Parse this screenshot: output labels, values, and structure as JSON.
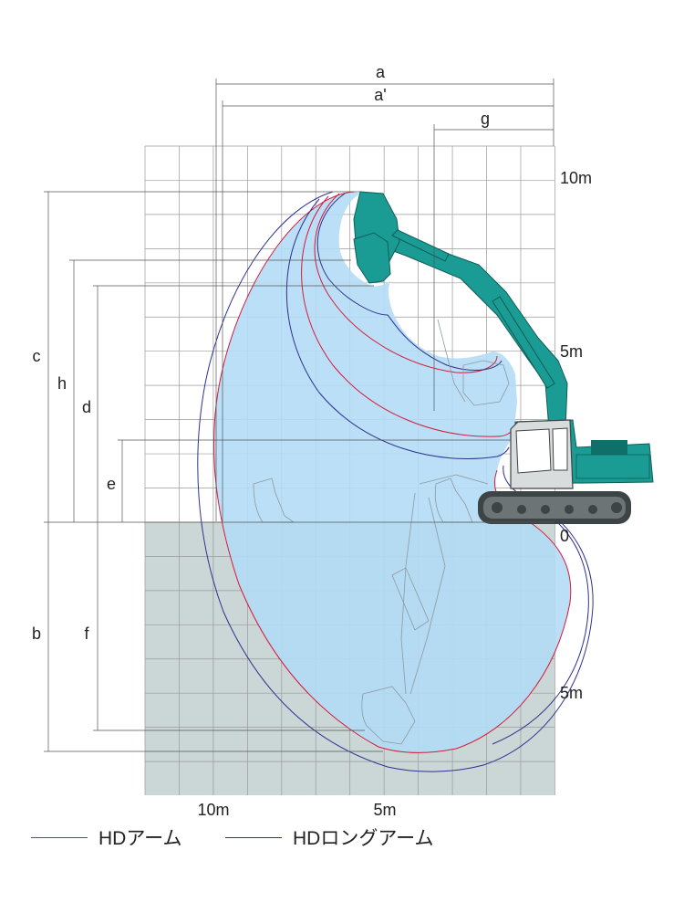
{
  "dimensions": {
    "a": "a",
    "a_prime": "a'",
    "g": "g",
    "c": "c",
    "h": "h",
    "d": "d",
    "e": "e",
    "b": "b",
    "f": "f"
  },
  "scale_labels": {
    "height_10m": "10m",
    "height_5m": "5m",
    "ground_zero": "0",
    "depth_5m": "5m",
    "reach_10m": "10m",
    "reach_5m": "5m"
  },
  "legend": [
    {
      "label": "HDアーム",
      "color": "#d7193a"
    },
    {
      "label": "HDロングアーム",
      "color": "#2e318f"
    }
  ],
  "colors": {
    "grid_line": "#9a9a9a",
    "ground_fill": "#cbd6d6",
    "envelope_fill": "#b3dcf6",
    "machine_teal": "#1a9b94",
    "machine_dark": "#3d4446",
    "dimension_line": "#555555"
  },
  "icons": {
    "machine": "excavator-icon"
  }
}
